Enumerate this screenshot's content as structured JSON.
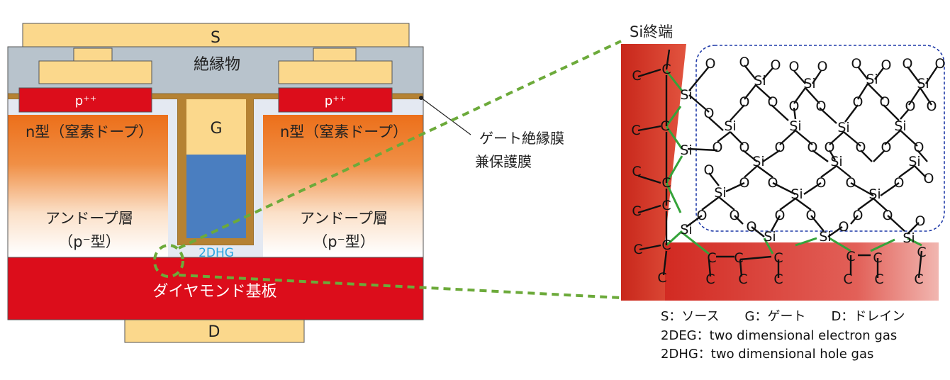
{
  "device": {
    "source_label": "S",
    "insulator_label": "絶縁物",
    "p_pp_label": "p⁺⁺",
    "gate_label": "G",
    "n_type_label": "n型（窒素ドープ）",
    "undoped_label": "アンドープ層",
    "p_type_label": "（p⁻型）",
    "channel_label": "2DHG",
    "substrate_label": "ダイヤモンド基板",
    "drain_label": "D",
    "gate_insulator_label_1": "ゲート絶縁膜",
    "gate_insulator_label_2": "兼保護膜"
  },
  "zoom": {
    "si_termination_label": "Si終端",
    "atom_si": "Si",
    "atom_o": "O",
    "atom_c": "C"
  },
  "legend": {
    "line1": "S：ソース　　G：ゲート　　D：ドレイン",
    "line2": "2DEG：two dimensional electron gas",
    "line3": "2DHG：two dimensional hole gas"
  },
  "colors": {
    "metal": "#fbd88c",
    "insulator": "#b8c3cc",
    "liner": "#b58233",
    "red": "#dc0d1b",
    "gate_blue": "#4a7ec0",
    "channel_text": "#2aa4e0",
    "dashed_green": "#6caa3a",
    "zoom_box": "#1f3aa8"
  }
}
